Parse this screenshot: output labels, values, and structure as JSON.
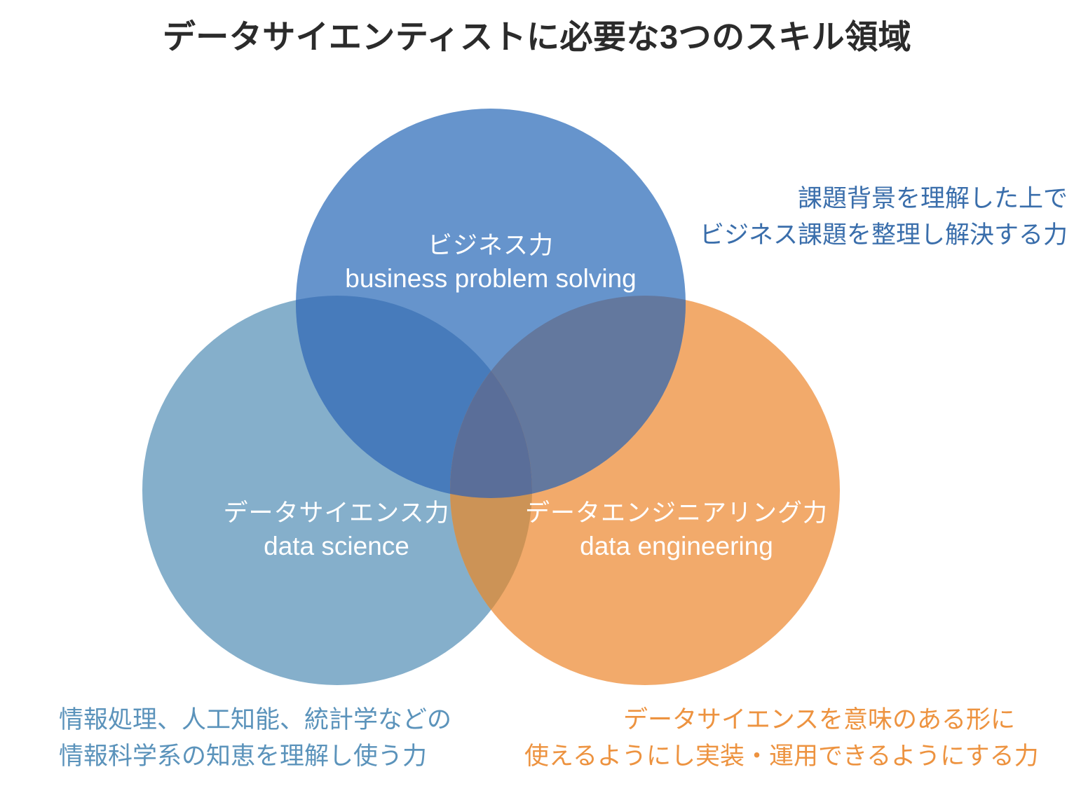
{
  "title": "データサイエンティストに必要な3つのスキル領域",
  "chart_data": {
    "type": "diagram",
    "subtype": "venn-3-circle",
    "title": "データサイエンティストに必要な3つのスキル領域",
    "sets": [
      {
        "id": "business",
        "label_jp": "ビジネス力",
        "label_en": "business problem solving",
        "color": "#6694cc",
        "position": "top",
        "center": [
          700,
          433
        ],
        "radius": 278
      },
      {
        "id": "data-science",
        "label_jp": "データサイエンス力",
        "label_en": "data science",
        "color": "#85afcb",
        "position": "bottom-left",
        "center": [
          481,
          700
        ],
        "radius": 278
      },
      {
        "id": "data-engineering",
        "label_jp": "データエンジニアリング力",
        "label_en": "data engineering",
        "color": "#f2aa6b",
        "position": "bottom-right",
        "center": [
          920,
          700
        ],
        "radius": 278
      }
    ],
    "overlap_colors": {
      "business_datascience": "#477bbb",
      "business_dataengineering": "#63789e",
      "datascience_dataengineering": "#cc9356",
      "all_three": "#5a6e99"
    }
  },
  "circles": {
    "business": {
      "label_jp": "ビジネス力",
      "label_en": "business problem solving"
    },
    "data_science": {
      "label_jp": "データサイエンス力",
      "label_en": "data science"
    },
    "data_engineering": {
      "label_jp": "データエンジニアリング力",
      "label_en": "data engineering"
    }
  },
  "annotations": {
    "business": {
      "line1": "課題背景を理解した上で",
      "line2": "ビジネス課題を整理し解決する力",
      "color": "#3a6eab"
    },
    "data_science": {
      "line1": "情報処理、人工知能、統計学などの",
      "line2": "情報科学系の知恵を理解し使う力",
      "color": "#5b93bb"
    },
    "data_engineering": {
      "line1": "データサイエンスを意味のある形に",
      "line2": "使えるようにし実装・運用できるようにする力",
      "color": "#ed9340"
    }
  }
}
